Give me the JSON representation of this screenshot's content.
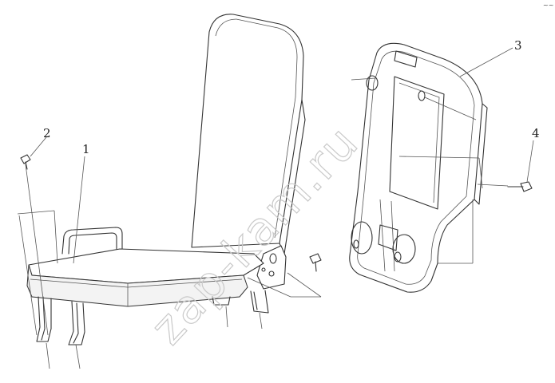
{
  "diagram": {
    "callouts": [
      {
        "id": "1",
        "label": "1"
      },
      {
        "id": "2",
        "label": "2"
      },
      {
        "id": "3",
        "label": "3"
      },
      {
        "id": "4",
        "label": "4"
      }
    ],
    "watermark": "zap-kam.ru",
    "corner_mark": "~~"
  }
}
